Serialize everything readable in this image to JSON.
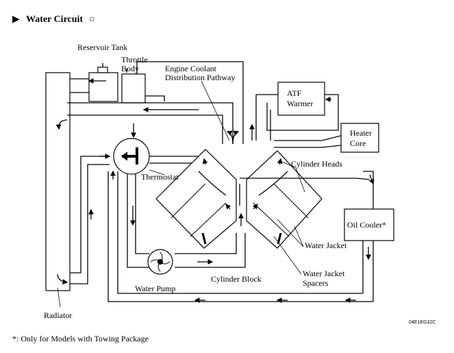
{
  "title": {
    "marker": "▶",
    "text": "Water Circuit",
    "circle": "○"
  },
  "labels": {
    "reservoir_tank": "Reservoir Tank",
    "throttle_body_1": "Throttle",
    "throttle_body_2": "Body",
    "ecdp_1": "Engine Coolant",
    "ecdp_2": "Distribution Pathway",
    "atf_1": "ATF",
    "atf_2": "Warmer",
    "heater_1": "Heater",
    "heater_2": "Core",
    "thermostat": "Thermostat",
    "cylinder_heads": "Cylinder Heads",
    "oil_cooler": "Oil Cooler*",
    "water_jacket": "Water Jacket",
    "water_jacket_spacers_1": "Water Jacket",
    "water_jacket_spacers_2": "Spacers",
    "cylinder_block": "Cylinder Block",
    "water_pump": "Water Pump",
    "radiator": "Radiator"
  },
  "figure_code": "04E1EG32C",
  "footnote": "*: Only for Models with Towing Package"
}
